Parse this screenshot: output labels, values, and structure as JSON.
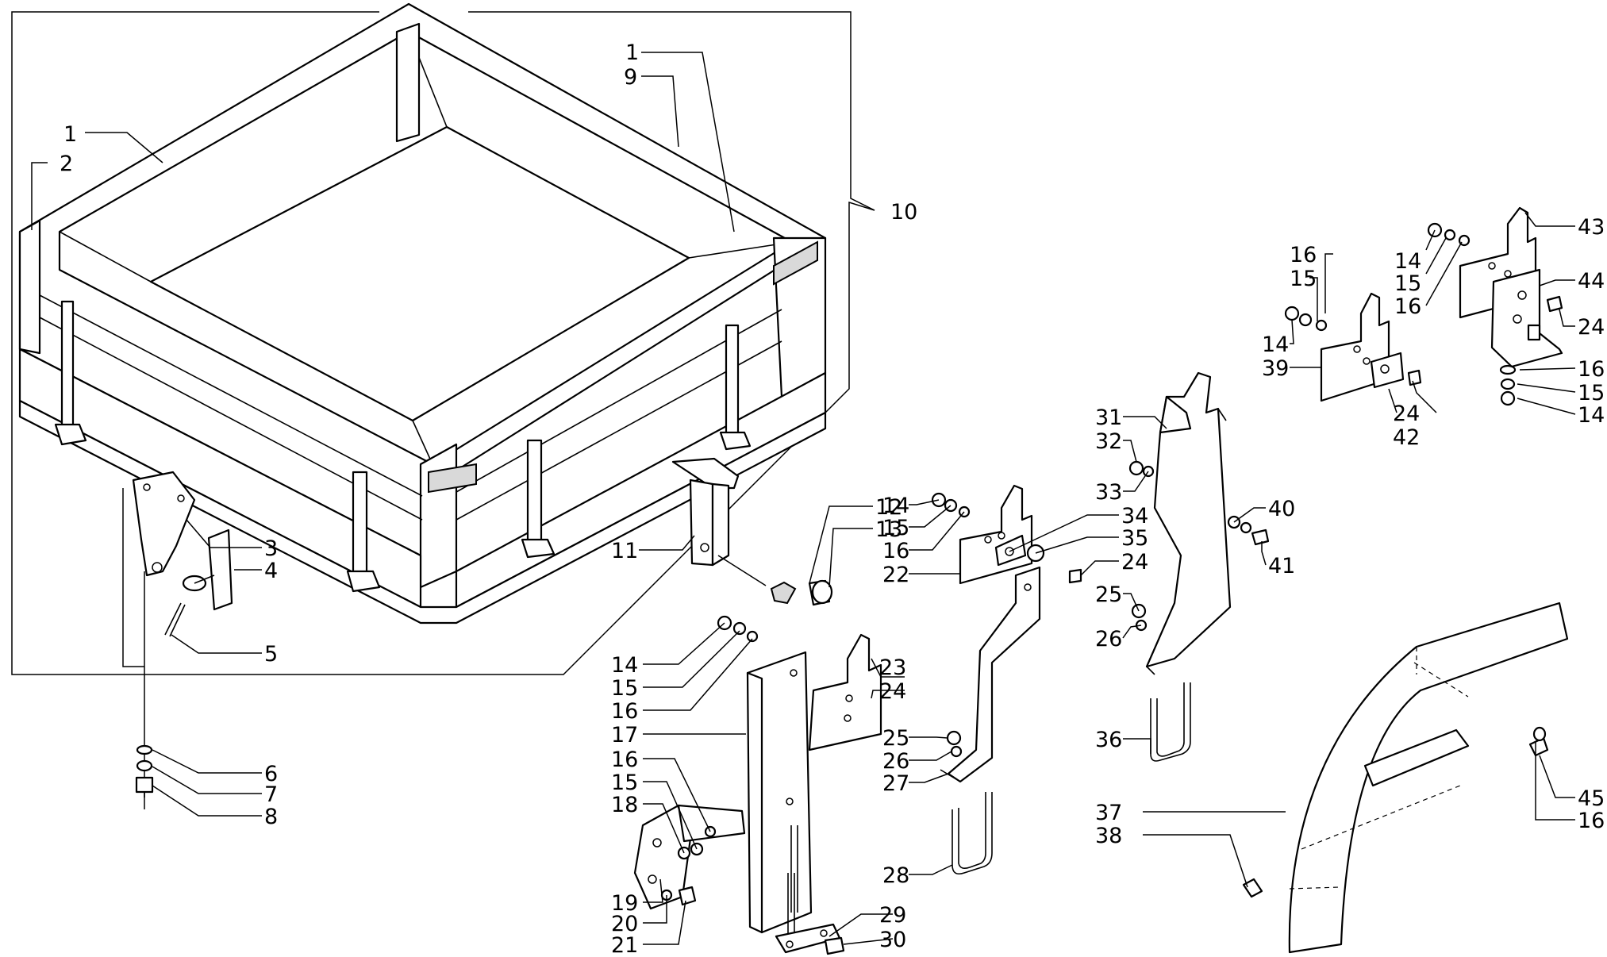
{
  "diagram": {
    "callouts": [
      {
        "id": "c1a",
        "text": "1"
      },
      {
        "id": "c2",
        "text": "2"
      },
      {
        "id": "c1b",
        "text": "1"
      },
      {
        "id": "c9",
        "text": "9"
      },
      {
        "id": "c10",
        "text": "10"
      },
      {
        "id": "c3",
        "text": "3"
      },
      {
        "id": "c4",
        "text": "4"
      },
      {
        "id": "c5",
        "text": "5"
      },
      {
        "id": "c6",
        "text": "6"
      },
      {
        "id": "c7",
        "text": "7"
      },
      {
        "id": "c8",
        "text": "8"
      },
      {
        "id": "c11",
        "text": "11"
      },
      {
        "id": "c12",
        "text": "12"
      },
      {
        "id": "c13",
        "text": "13"
      },
      {
        "id": "c14a",
        "text": "14"
      },
      {
        "id": "c15a",
        "text": "15"
      },
      {
        "id": "c16a",
        "text": "16"
      },
      {
        "id": "c17",
        "text": "17"
      },
      {
        "id": "c16b",
        "text": "16"
      },
      {
        "id": "c15b",
        "text": "15"
      },
      {
        "id": "c18",
        "text": "18"
      },
      {
        "id": "c19",
        "text": "19"
      },
      {
        "id": "c20",
        "text": "20"
      },
      {
        "id": "c21",
        "text": "21"
      },
      {
        "id": "c23",
        "text": "23"
      },
      {
        "id": "c24a",
        "text": "24"
      },
      {
        "id": "c29",
        "text": "29"
      },
      {
        "id": "c30",
        "text": "30"
      },
      {
        "id": "c14b",
        "text": "14"
      },
      {
        "id": "c15c",
        "text": "15"
      },
      {
        "id": "c16c",
        "text": "16"
      },
      {
        "id": "c22",
        "text": "22"
      },
      {
        "id": "c34",
        "text": "34"
      },
      {
        "id": "c35",
        "text": "35"
      },
      {
        "id": "c24b",
        "text": "24"
      },
      {
        "id": "c25a",
        "text": "25"
      },
      {
        "id": "c26a",
        "text": "26"
      },
      {
        "id": "c27",
        "text": "27"
      },
      {
        "id": "c28",
        "text": "28"
      },
      {
        "id": "c31",
        "text": "31"
      },
      {
        "id": "c32",
        "text": "32"
      },
      {
        "id": "c33",
        "text": "33"
      },
      {
        "id": "c40",
        "text": "40"
      },
      {
        "id": "c41",
        "text": "41"
      },
      {
        "id": "c25b",
        "text": "25"
      },
      {
        "id": "c26b",
        "text": "26"
      },
      {
        "id": "c36",
        "text": "36"
      },
      {
        "id": "c16d",
        "text": "16"
      },
      {
        "id": "c15d",
        "text": "15"
      },
      {
        "id": "c14c",
        "text": "14"
      },
      {
        "id": "c39",
        "text": "39"
      },
      {
        "id": "c24c",
        "text": "24"
      },
      {
        "id": "c42",
        "text": "42"
      },
      {
        "id": "c14d",
        "text": "14"
      },
      {
        "id": "c15e",
        "text": "15"
      },
      {
        "id": "c16e",
        "text": "16"
      },
      {
        "id": "c43",
        "text": "43"
      },
      {
        "id": "c44",
        "text": "44"
      },
      {
        "id": "c24d",
        "text": "24"
      },
      {
        "id": "c16f",
        "text": "16"
      },
      {
        "id": "c15f",
        "text": "15"
      },
      {
        "id": "c14e",
        "text": "14"
      },
      {
        "id": "c37",
        "text": "37"
      },
      {
        "id": "c38",
        "text": "38"
      },
      {
        "id": "c45",
        "text": "45"
      },
      {
        "id": "c16g",
        "text": "16"
      }
    ]
  }
}
